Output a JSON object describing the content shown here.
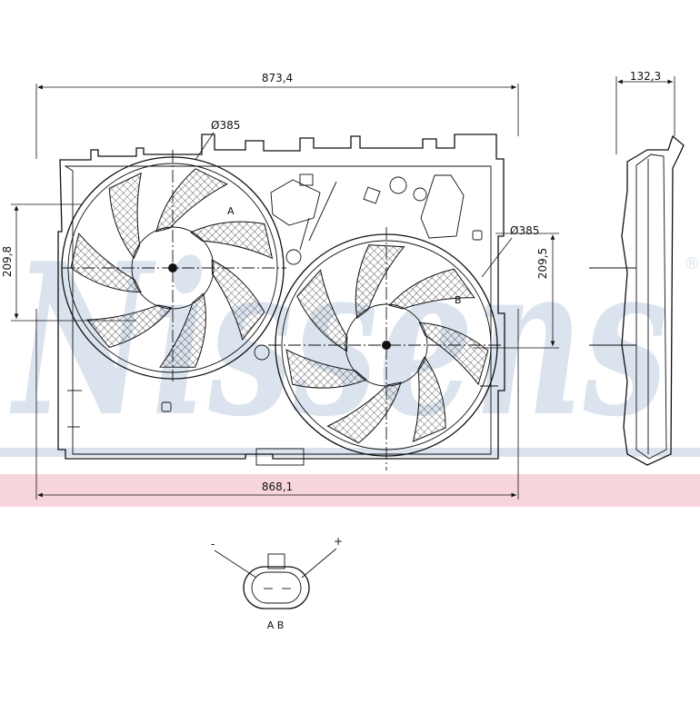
{
  "watermark": {
    "text": "Nissens",
    "registered": "®",
    "colors": {
      "logo": "#dbe4ee",
      "band_blue": "#dbe4ee",
      "band_red": "#f7d6db"
    }
  },
  "dimensions": {
    "overall_width": "873,4",
    "inner_width": "868,1",
    "depth": "132,3",
    "left_height": "209,8",
    "right_height": "209,5",
    "fan_a_diameter": "Ø385",
    "fan_b_diameter": "Ø385"
  },
  "fans": {
    "a_label": "A",
    "b_label": "B"
  },
  "connector": {
    "minus": "-",
    "plus": "+",
    "pins": "A B"
  }
}
